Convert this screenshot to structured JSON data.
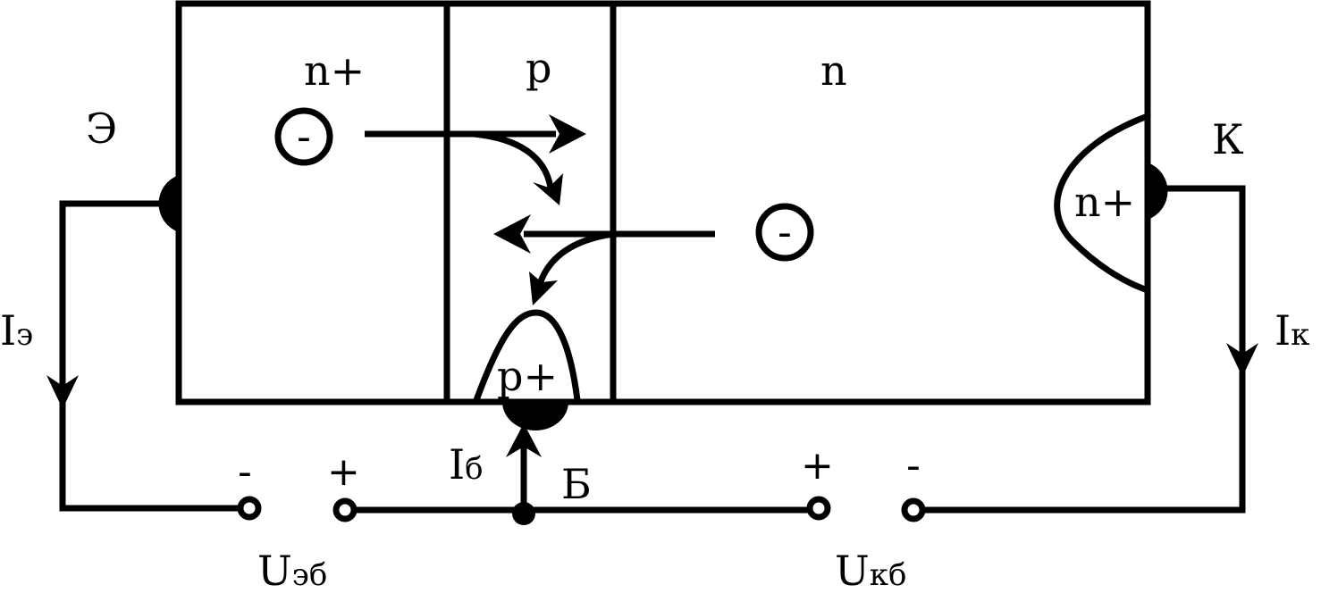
{
  "regions": {
    "emitter_n_plus": "n+",
    "base_p": "p",
    "collector_n": "n",
    "collector_contact_n_plus": "n+",
    "base_contact_p_plus": "p+"
  },
  "terminals": {
    "emitter": "Э",
    "collector": "К",
    "base": "Б"
  },
  "currents": {
    "emitter": {
      "main": "I",
      "sub": "э"
    },
    "collector": {
      "main": "I",
      "sub": "к"
    },
    "base": {
      "main": "I",
      "sub": "б"
    }
  },
  "voltages": {
    "emitter_base": {
      "main": "U",
      "sub": "эб"
    },
    "collector_base": {
      "main": "U",
      "sub": "кб"
    }
  },
  "polarity": {
    "ueb_left": "-",
    "ueb_right": "+",
    "ukb_left": "+",
    "ukb_right": "-"
  },
  "carriers": {
    "emitter_electron": "-",
    "collector_electron": "-"
  },
  "colors": {
    "stroke": "#000000",
    "background": "#ffffff"
  }
}
